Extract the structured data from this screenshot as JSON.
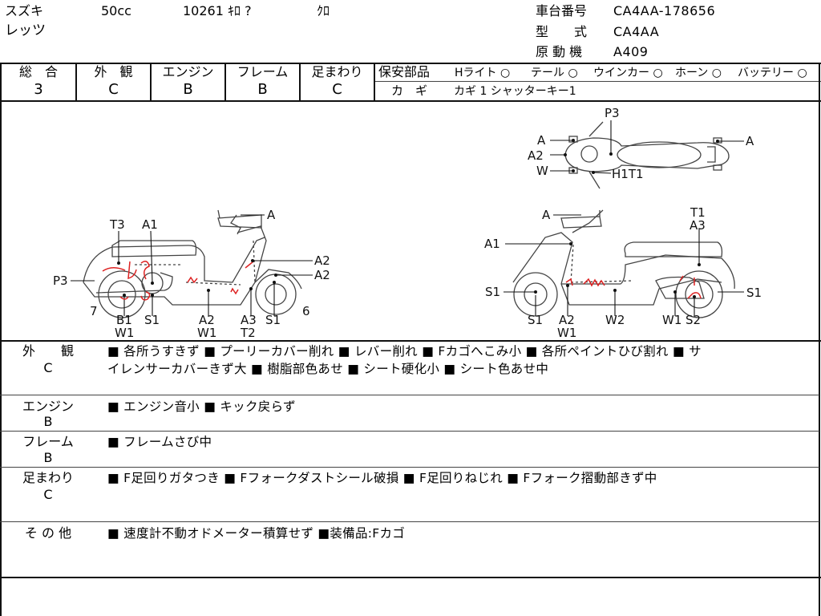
{
  "header": {
    "maker": "スズキ",
    "displacement": "50cc",
    "mileage_info": "10261 ｷﾛ ?",
    "color": "ｸﾛ",
    "model_name": "レッツ",
    "frame_no_label": "車台番号",
    "frame_no": "CA4AA-178656",
    "model_type_label": "型　　式",
    "model_type": "CA4AA",
    "engine_label": "原 動 機",
    "engine": "A409"
  },
  "grades": {
    "overall_label": "総　合",
    "overall": "3",
    "exterior_label": "外　観",
    "exterior": "C",
    "engine_label": "エンジン",
    "engine": "B",
    "frame_label": "フレーム",
    "frame": "B",
    "suspension_label": "足まわり",
    "suspension": "C"
  },
  "safety": {
    "label": "保安部品",
    "headlight": "Hライト ○",
    "taillight": "テール ○",
    "winker": "ウインカー ○",
    "horn": "ホーン ○",
    "battery": "バッテリー ○",
    "key_label": "カ　ギ",
    "key_value": "カギ 1 シャッターキー1"
  },
  "diagram": {
    "top_view": {
      "p3": "P3",
      "a_left": "A",
      "a2": "A2",
      "w": "W",
      "h1t1": "H1T1",
      "a_right": "A"
    },
    "left_side": {
      "t3": "T3",
      "a1": "A1",
      "a_top": "A",
      "a2_1": "A2",
      "a2_2": "A2",
      "p3": "P3",
      "seven": "7",
      "six": "6",
      "b1": "B1",
      "w1": "W1",
      "s1": "S1",
      "a2_b": "A2",
      "w1_b": "W1",
      "a3": "A3",
      "t2": "T2",
      "s1_b": "S1"
    },
    "right_side": {
      "a_top": "A",
      "t1": "T1",
      "a3": "A3",
      "a1": "A1",
      "s1_l": "S1",
      "s1_r": "S1",
      "s1_b": "S1",
      "a2_b": "A2",
      "w1_b": "W1",
      "w2": "W2",
      "w1_c": "W1",
      "s2": "S2"
    }
  },
  "notes": {
    "exterior_label": "外　　観",
    "exterior_grade": "C",
    "exterior_line1": "■ 各所うすきず ■ プーリーカバー削れ ■ レバー削れ ■ Fカゴへこみ小 ■ 各所ペイントひび割れ ■ サ",
    "exterior_line2": "イレンサーカバーきず大 ■ 樹脂部色あせ ■ シート硬化小 ■ シート色あせ中",
    "engine_label": "エンジン",
    "engine_grade": "B",
    "engine_text": "■ エンジン音小 ■ キック戻らず",
    "frame_label": "フレーム",
    "frame_grade": "B",
    "frame_text": "■ フレームさび中",
    "suspension_label": "足まわり",
    "suspension_grade": "C",
    "suspension_text": "■ F足回りガタつき ■ Fフォークダストシール破損 ■ F足回りねじれ ■ Fフォーク摺動部きず中",
    "other_label": "そ の 他",
    "other_text": "■ 速度計不動オドメーター積算せず ■装備品:Fカゴ"
  }
}
